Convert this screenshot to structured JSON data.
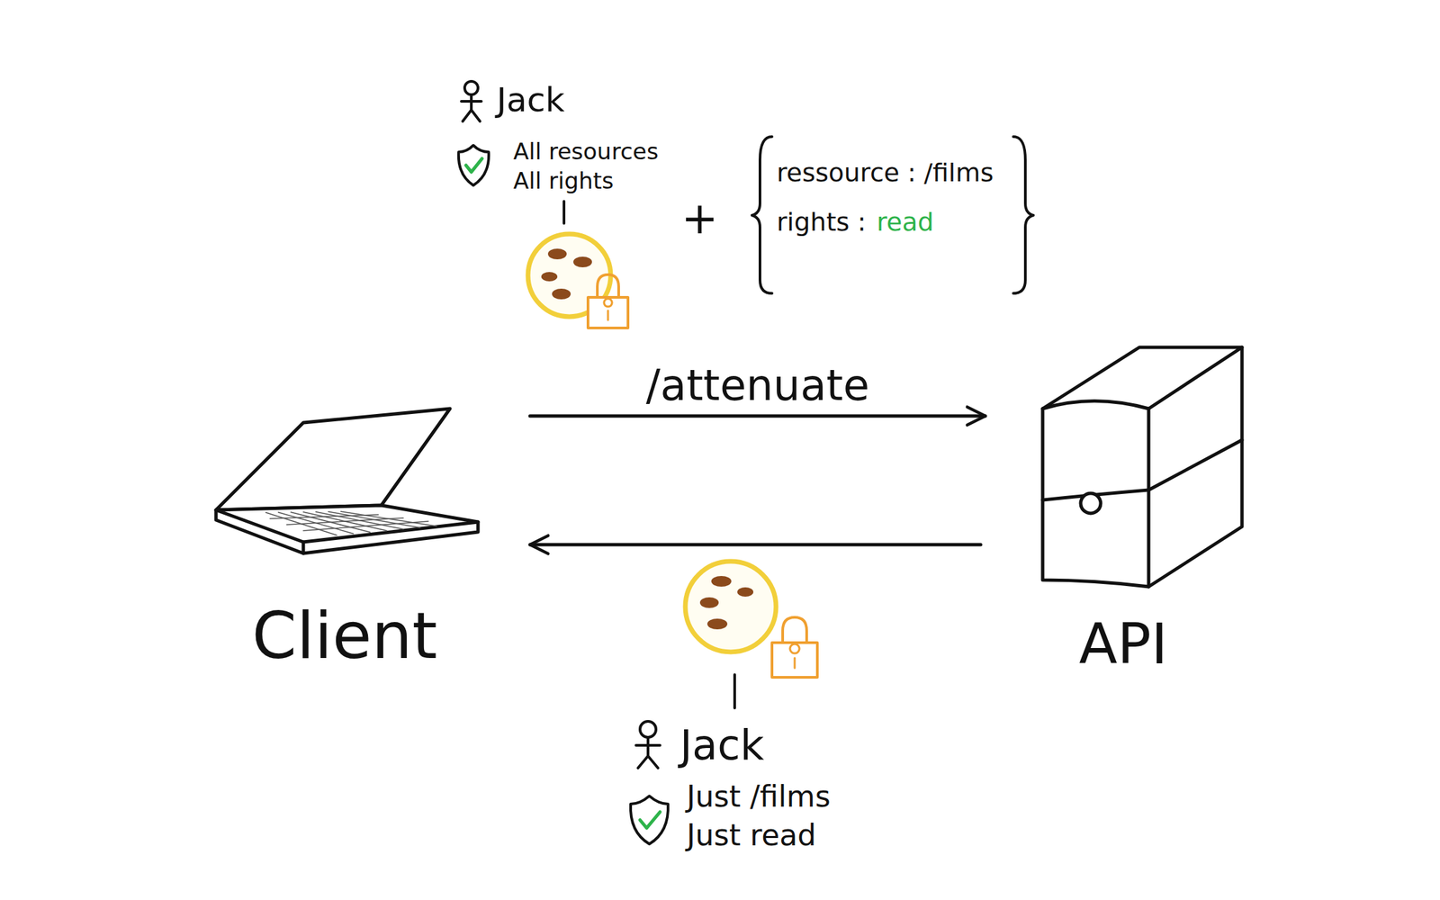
{
  "diagram": {
    "nodes": [
      {
        "text": [
          "Client"
        ]
      },
      {
        "text": [
          "API"
        ]
      }
    ],
    "edges": [
      {
        "from": 0,
        "to": 1,
        "label": "/attenuate",
        "arrow": "to"
      },
      {
        "from": 1,
        "to": 0,
        "arrow": "to"
      }
    ],
    "labels": [
      "Jack",
      "All resources",
      "All rights",
      "+",
      "ressource : /films",
      "rights :",
      "read",
      "Jack",
      "Just /films",
      "Just read"
    ]
  }
}
